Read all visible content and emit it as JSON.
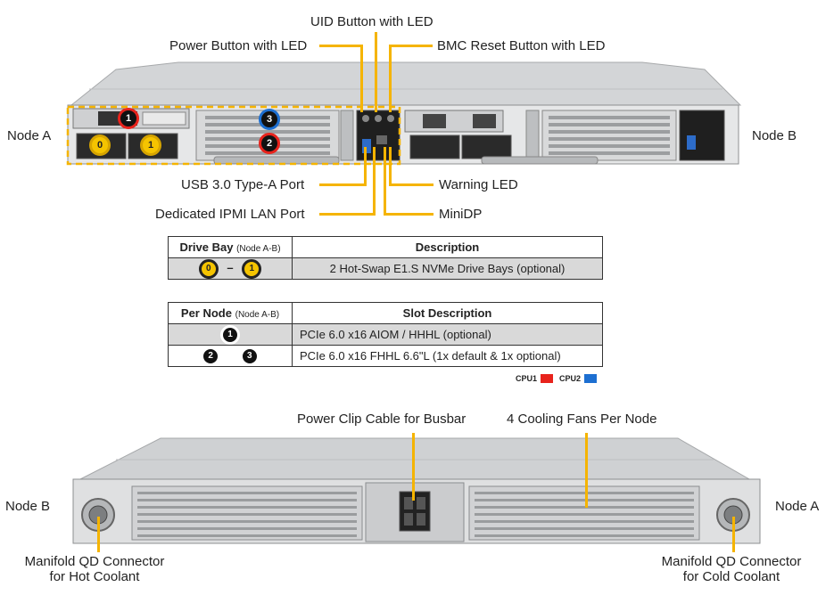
{
  "top": {
    "node_left": "Node A",
    "node_right": "Node B",
    "callouts": {
      "uid": "UID Button with LED",
      "power": "Power Button with LED",
      "bmc": "BMC Reset Button with LED",
      "usb": "USB 3.0 Type-A Port",
      "ipmi": "Dedicated IPMI LAN Port",
      "warning": "Warning LED",
      "minidp": "MiniDP"
    },
    "badges": [
      "0",
      "1",
      "1",
      "2",
      "3"
    ]
  },
  "table1": {
    "col1_header": "Drive Bay",
    "col1_sub": "(Node A-B)",
    "col2_header": "Description",
    "row1_from": "0",
    "row1_dash": "–",
    "row1_to": "1",
    "row1_desc": "2 Hot-Swap E1.S NVMe Drive Bays (optional)"
  },
  "table2": {
    "col1_header": "Per Node",
    "col1_sub": "(Node A-B)",
    "col2_header": "Slot Description",
    "rows": [
      {
        "icons": [
          "1"
        ],
        "desc": "PCIe 6.0 x16 AIOM / HHHL (optional)"
      },
      {
        "icons": [
          "2",
          "3"
        ],
        "desc": "PCIe 6.0 x16 FHHL 6.6\"L (1x default & 1x optional)"
      }
    ]
  },
  "legend": {
    "cpu1": "CPU1",
    "cpu2": "CPU2",
    "cpu1_color": "#e8231c",
    "cpu2_color": "#1d6fd1"
  },
  "bottom": {
    "node_left": "Node B",
    "node_right": "Node A",
    "power_clip_a": "Power Clip Cable",
    "power_clip_b": "for Busbar",
    "fans": "4 Cooling Fans Per Node",
    "hot_1": "Manifold QD Connector",
    "hot_2": "for Hot Coolant",
    "cold_1": "Manifold QD Connector",
    "cold_2": "for Cold Coolant"
  },
  "colors": {
    "callout": "#f5b400",
    "chassis": "#c9cbcd"
  }
}
